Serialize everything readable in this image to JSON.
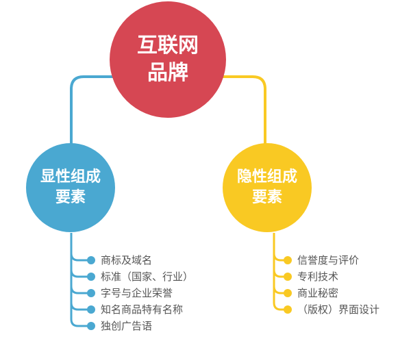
{
  "colors": {
    "main": "#d64753",
    "left": "#4aa8d1",
    "right": "#f9c923",
    "text": "#555555"
  },
  "main": {
    "line1": "互联网",
    "line2": "品牌"
  },
  "left": {
    "line1": "显性组成",
    "line2": "要素",
    "items": [
      "商标及域名",
      "标准（国家、行业）",
      "字号与企业荣誉",
      "知名商品特有名称",
      "独创广告语"
    ]
  },
  "right": {
    "line1": "隐性组成",
    "line2": "要素",
    "items": [
      "信誉度与评价",
      "专利技术",
      "商业秘密",
      "（版权）界面设计"
    ]
  }
}
